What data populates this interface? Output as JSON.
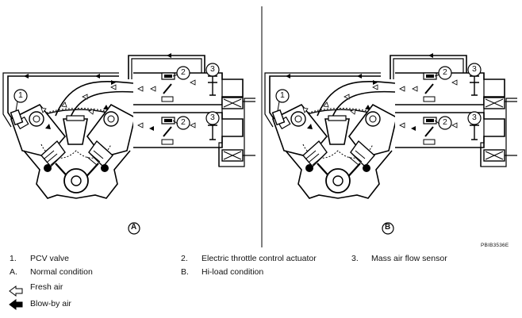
{
  "diagram_code": "PBIB3536E",
  "panel_labels": {
    "a": "A",
    "b": "B"
  },
  "callouts": {
    "c1": "1",
    "c2": "2",
    "c3": "3"
  },
  "legend": {
    "item1": {
      "num": "1.",
      "text": "PCV valve"
    },
    "item2": {
      "num": "2.",
      "text": "Electric throttle control actuator"
    },
    "item3": {
      "num": "3.",
      "text": "Mass air flow sensor"
    },
    "itemA": {
      "num": "A.",
      "text": "Normal condition"
    },
    "itemB": {
      "num": "B.",
      "text": "Hi-load condition"
    },
    "fresh": {
      "text": "Fresh air",
      "icon": "hollow-arrow-left-icon"
    },
    "blowby": {
      "text": "Blow-by air",
      "icon": "solid-arrow-left-icon"
    }
  }
}
